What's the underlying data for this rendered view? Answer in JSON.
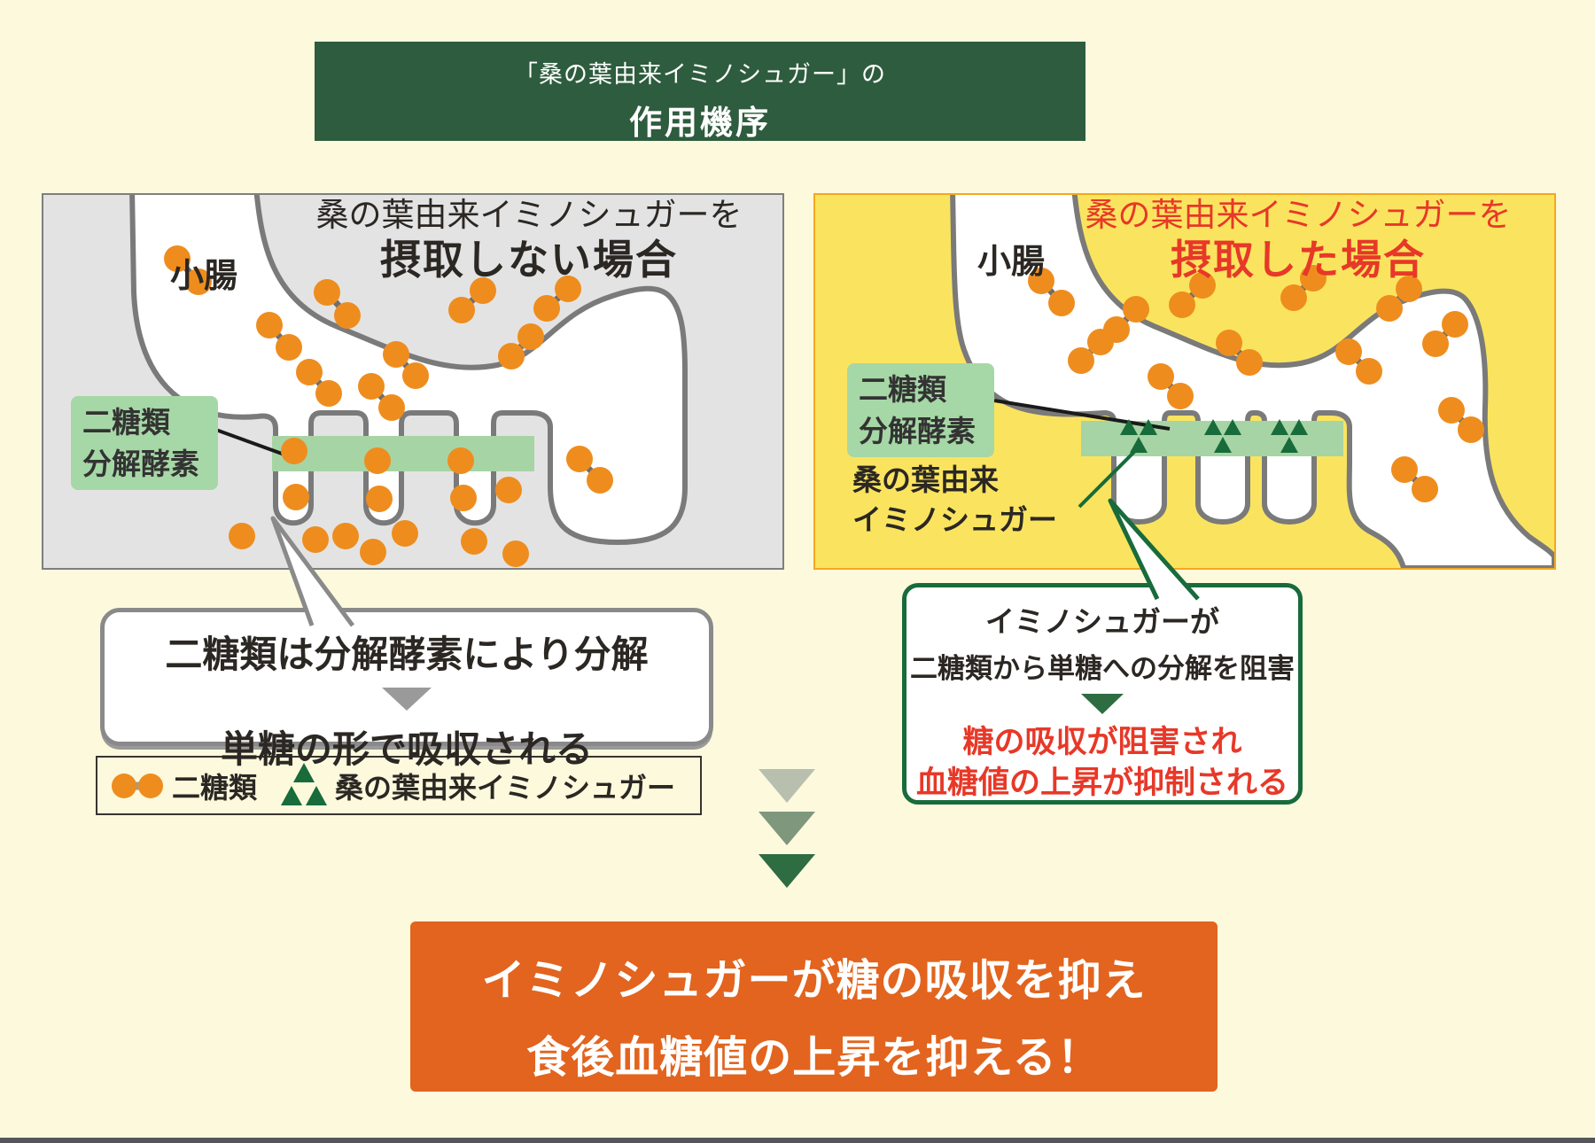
{
  "header": {
    "line1": "「桑の葉由来イミノシュガー」の",
    "line2": "作用機序"
  },
  "panels": {
    "left": {
      "intestine": "小腸",
      "title_line1": "桑の葉由来イミノシュガーを",
      "title_line2": "摂取しない場合",
      "enzyme_line1": "二糖類",
      "enzyme_line2": "分解酵素"
    },
    "right": {
      "intestine": "小腸",
      "title_line1": "桑の葉由来イミノシュガーを",
      "title_line2": "摂取した場合",
      "enzyme_line1": "二糖類",
      "enzyme_line2": "分解酵素",
      "imino_line1": "桑の葉由来",
      "imino_line2": "イミノシュガー"
    }
  },
  "bubble_left": {
    "line1": "二糖類は分解酵素により分解",
    "line2": "単糖の形で吸収される"
  },
  "bubble_right": {
    "line1": "イミノシュガーが",
    "line2": "二糖類から単糖への分解を阻害",
    "result_line1": "糖の吸収が阻害され",
    "result_line2": "血糖値の上昇が抑制される"
  },
  "legend": {
    "disaccharide": "二糖類",
    "imino_sugar": "桑の葉由来イミノシュガー"
  },
  "conclusion": {
    "line1": "イミノシュガーが糖の吸収を抑え",
    "line2": "食後血糖値の上昇を抑える！"
  },
  "colors": {
    "page_bg": "#FCF9DD",
    "header_bg": "#2E5C3E",
    "panel_left_bg": "#E3E3E4",
    "panel_left_border": "#7F7F7F",
    "panel_right_bg": "#FAE45F",
    "panel_right_border": "#F5A81C",
    "tube_fill": "#FFFFFF",
    "tube_stroke": "#7A7A7A",
    "enzyme_band": "#A7D4A4",
    "enzyme_box": "#A6D7A6",
    "sugar_orange": "#EE8D1E",
    "connector_gray": "#6E6E6E",
    "imino_green": "#186B3B",
    "red": "#E73828",
    "bubble_left_border": "#8A8A8A",
    "arrow_gray": "#9A9A9A",
    "conclusion_bg": "#E2641E",
    "cascade": [
      "#B8BFAF",
      "#7F977C",
      "#2E6C42"
    ],
    "footer": "#55565A",
    "text": "#2B2723"
  }
}
